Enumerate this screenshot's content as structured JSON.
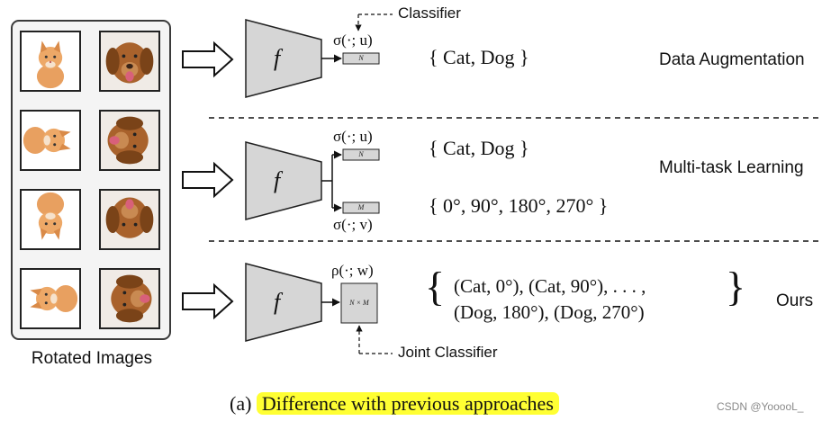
{
  "panel_label": "Rotated Images",
  "rows": {
    "data_augmentation": {
      "title": "Data Augmentation",
      "func": "f",
      "classifier_fn": "σ(·; u)",
      "classifier_label": "Classifier",
      "box_label": "N",
      "output": "{ Cat, Dog }"
    },
    "multi_task": {
      "title": "Multi-task Learning",
      "func": "f",
      "upper_fn": "σ(·; u)",
      "upper_box_label": "N",
      "upper_output": "{ Cat, Dog }",
      "lower_fn": "σ(·; v)",
      "lower_box_label": "M",
      "lower_output": "{ 0°, 90°, 180°, 270° }"
    },
    "ours": {
      "title": "Ours",
      "func": "f",
      "joint_fn": "ρ(·; w)",
      "box_label": "N × M",
      "joint_label": "Joint Classifier",
      "output_line1": "(Cat, 0°), (Cat, 90°), . . . ,",
      "output_line2": "(Dog, 180°), (Dog, 270°)"
    }
  },
  "caption": {
    "prefix": "(a)",
    "text": "Difference with previous approaches"
  },
  "watermark": "CSDN @YooooL_",
  "colors": {
    "box_fill": "#d6d6d6",
    "highlight": "#ffff33",
    "panel_bg": "#f4f4f4"
  }
}
